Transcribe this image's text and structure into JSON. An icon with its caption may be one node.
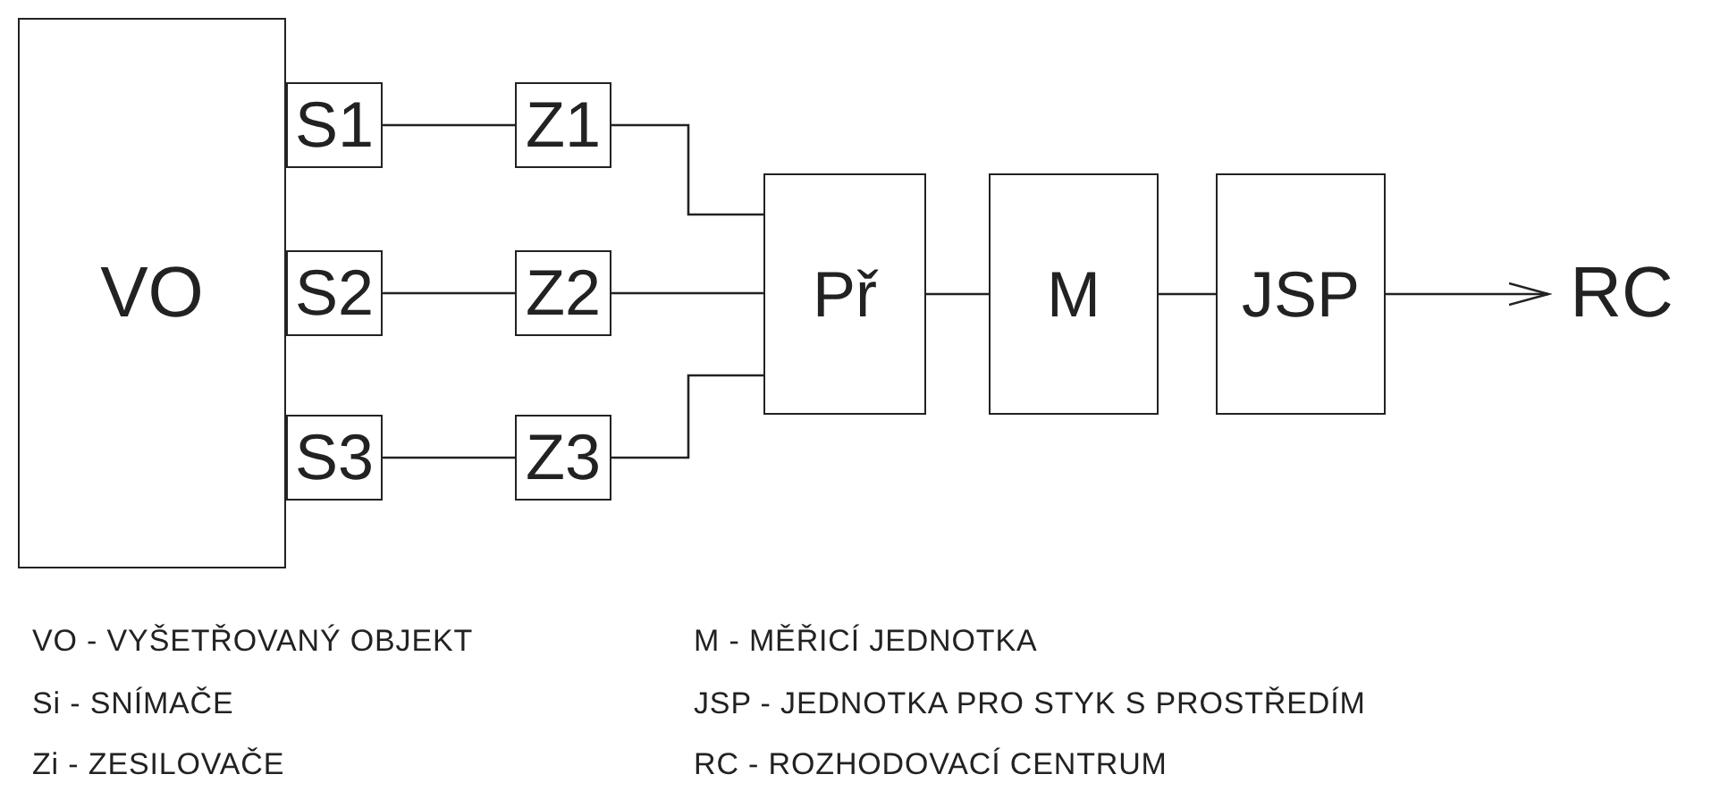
{
  "diagram": {
    "nodes": [
      {
        "text": [
          "VO"
        ]
      },
      {
        "text": [
          "S1"
        ]
      },
      {
        "text": [
          "S2"
        ]
      },
      {
        "text": [
          "S3"
        ]
      },
      {
        "text": [
          "Z1"
        ]
      },
      {
        "text": [
          "Z2"
        ]
      },
      {
        "text": [
          "Z3"
        ]
      },
      {
        "text": [
          "Př"
        ]
      },
      {
        "text": [
          "M"
        ]
      },
      {
        "text": [
          "JSP"
        ]
      },
      {
        "text": [
          "RC"
        ]
      }
    ],
    "edges": [
      {
        "from": 1,
        "to": 4,
        "arrow": "none"
      },
      {
        "from": 2,
        "to": 5,
        "arrow": "none"
      },
      {
        "from": 3,
        "to": 6,
        "arrow": "none"
      },
      {
        "from": 4,
        "to": 7,
        "arrow": "none"
      },
      {
        "from": 5,
        "to": 7,
        "arrow": "none"
      },
      {
        "from": 6,
        "to": 7,
        "arrow": "none"
      },
      {
        "from": 7,
        "to": 8,
        "arrow": "none"
      },
      {
        "from": 8,
        "to": 9,
        "arrow": "none"
      },
      {
        "from": 9,
        "to": 10,
        "arrow": "to"
      }
    ],
    "labels": [
      "VO - VYŠETŘOVANÝ OBJEKT",
      "M - MĚŘICÍ JEDNOTKA",
      "Si - SNÍMAČE",
      "JSP - JEDNOTKA PRO STYK S PROSTŘEDÍM",
      "Zi - ZESILOVAČE",
      "RC - ROZHODOVACÍ CENTRUM"
    ]
  }
}
